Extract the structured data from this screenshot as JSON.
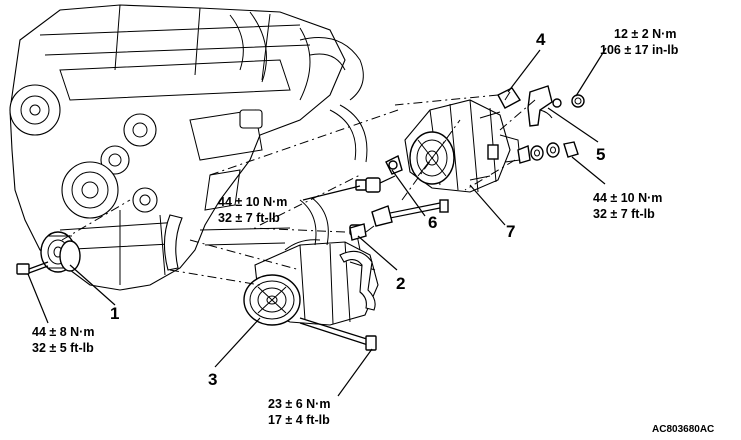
{
  "callouts": [
    "1",
    "2",
    "3",
    "4",
    "5",
    "6",
    "7"
  ],
  "torques": {
    "t1": [
      "44 ± 8 N·m",
      "32 ± 5 ft-lb"
    ],
    "t2": [
      "23 ± 6 N·m",
      "17 ± 4 ft-lb"
    ],
    "t3": [
      "44 ± 10 N·m",
      "32 ± 7 ft-lb"
    ],
    "t4": [
      "12 ± 2 N·m",
      "106 ± 17 in-lb"
    ],
    "t5": [
      "44 ± 10 N·m",
      "32 ± 7 ft-lb"
    ]
  },
  "figure_code": "AC803680AC"
}
